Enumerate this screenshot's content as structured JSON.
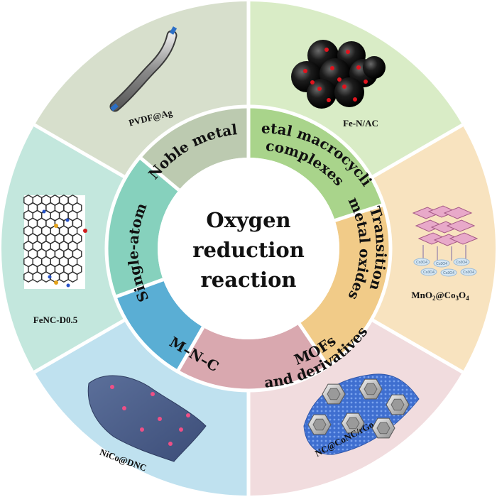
{
  "center": {
    "lines": [
      "Oxygen",
      "reduction",
      "reaction"
    ]
  },
  "segments": [
    {
      "id": "noble-metal",
      "label": "Noble metal",
      "caption": "PVDF@Ag",
      "outer_color": "#d7dfcc",
      "inner_color": "#bccab0"
    },
    {
      "id": "metal-macrocyclic",
      "label_lines": [
        "Metal macrocyclic",
        "complexes"
      ],
      "caption": "Fe-N/AC",
      "outer_color": "#d9ecc6",
      "inner_color": "#a9d48b"
    },
    {
      "id": "transition-metal-oxides",
      "label_lines": [
        "Transition",
        "metal oxides"
      ],
      "caption": "MnO2@Co3O4",
      "outer_color": "#f8e3bf",
      "inner_color": "#f1cb88"
    },
    {
      "id": "mofs",
      "label_lines": [
        "MOFs",
        "and derivatives"
      ],
      "caption": "NC@CoNC/rGo",
      "outer_color": "#f1dcde",
      "inner_color": "#d9a8af"
    },
    {
      "id": "m-n-c",
      "label": "M–N–C",
      "caption": "NiCo@DNC",
      "outer_color": "#bfe1ef",
      "inner_color": "#5aaed4"
    },
    {
      "id": "single-atom",
      "label": "Single-atom",
      "caption": "FeNC-D0.5",
      "outer_color": "#c3e7dd",
      "inner_color": "#86d1bd"
    }
  ],
  "oxide_tag": "Co3O4"
}
